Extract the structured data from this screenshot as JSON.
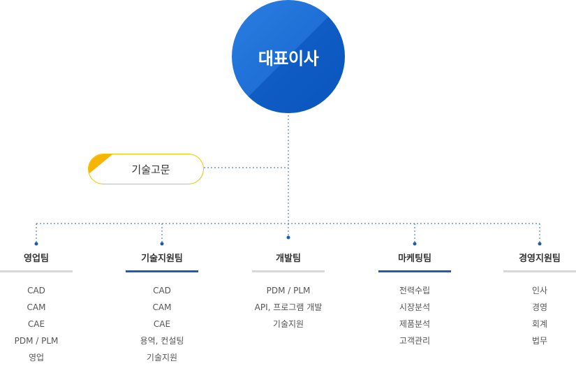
{
  "chart": {
    "ceo": "대표이사",
    "advisor": "기술고문",
    "teams": [
      {
        "name": "영업팀",
        "accent": false,
        "duties": [
          "CAD",
          "CAM",
          "CAE",
          "PDM / PLM",
          "영업"
        ]
      },
      {
        "name": "기술지원팀",
        "accent": true,
        "duties": [
          "CAD",
          "CAM",
          "CAE",
          "용역, 컨설팅",
          "기술지원"
        ]
      },
      {
        "name": "개발팀",
        "accent": false,
        "duties": [
          "PDM / PLM",
          "API, 프로그램 개발",
          "기술지원"
        ]
      },
      {
        "name": "마케팅팀",
        "accent": true,
        "duties": [
          "전력수립",
          "시장분석",
          "제품분석",
          "고객관리"
        ]
      },
      {
        "name": "경영지원팀",
        "accent": false,
        "duties": [
          "인사",
          "경영",
          "회계",
          "법무"
        ]
      }
    ]
  },
  "colors": {
    "primary_blue": "#1f6fd6",
    "accent_blue": "#1f5bb5",
    "advisor_yellow": "#f7b400",
    "divider_gray": "#d8d8d8",
    "connector_blue": "#2a62b8"
  }
}
